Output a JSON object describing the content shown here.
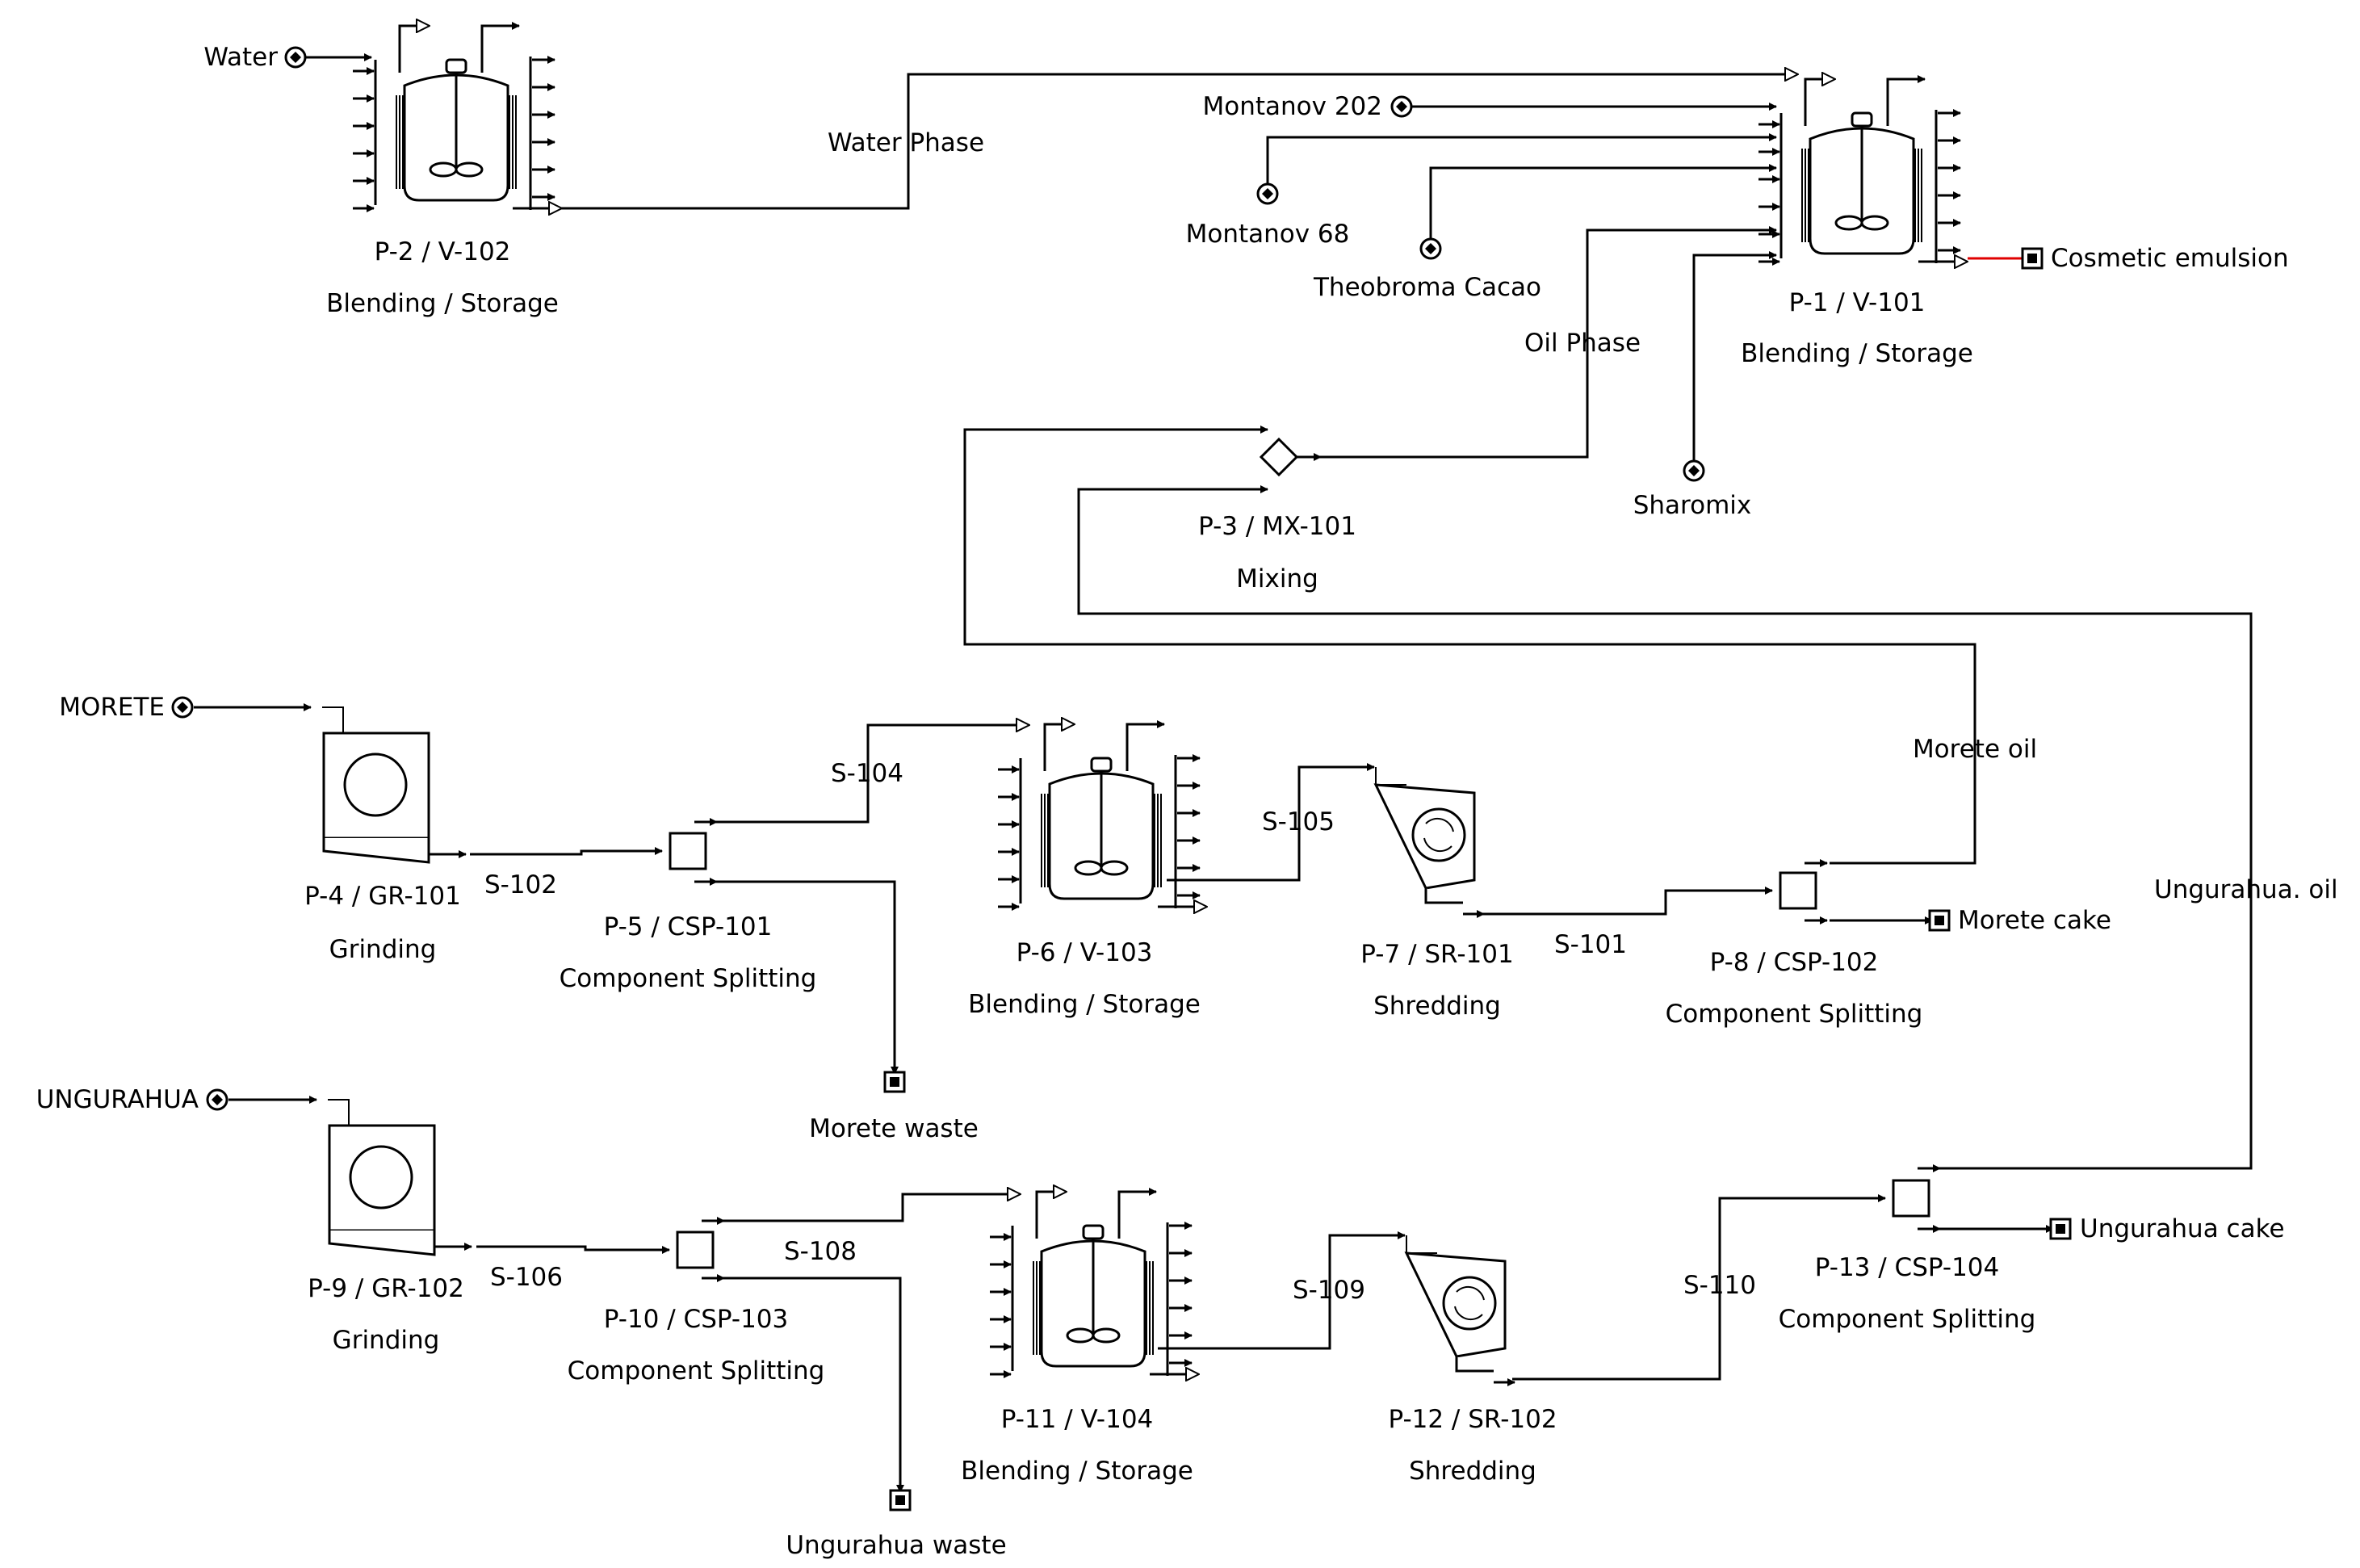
{
  "units": [
    {
      "id": "p1",
      "tag": "P-1 / V-101",
      "op": "Blending / Storage"
    },
    {
      "id": "p2",
      "tag": "P-2 / V-102",
      "op": "Blending / Storage"
    },
    {
      "id": "p3",
      "tag": "P-3 / MX-101",
      "op": "Mixing"
    },
    {
      "id": "p4",
      "tag": "P-4 / GR-101",
      "op": "Grinding"
    },
    {
      "id": "p5",
      "tag": "P-5 / CSP-101",
      "op": "Component Splitting"
    },
    {
      "id": "p6",
      "tag": "P-6 / V-103",
      "op": "Blending / Storage"
    },
    {
      "id": "p7",
      "tag": "P-7 / SR-101",
      "op": "Shredding"
    },
    {
      "id": "p8",
      "tag": "P-8 / CSP-102",
      "op": "Component Splitting"
    },
    {
      "id": "p9",
      "tag": "P-9 / GR-102",
      "op": "Grinding"
    },
    {
      "id": "p10",
      "tag": "P-10 / CSP-103",
      "op": "Component Splitting"
    },
    {
      "id": "p11",
      "tag": "P-11 / V-104",
      "op": "Blending / Storage"
    },
    {
      "id": "p12",
      "tag": "P-12 / SR-102",
      "op": "Shredding"
    },
    {
      "id": "p13",
      "tag": "P-13 / CSP-104",
      "op": "Component Splitting"
    }
  ],
  "streams": {
    "water": "Water",
    "water_phase": "Water Phase",
    "montanov202": "Montanov 202",
    "montanov68": "Montanov 68",
    "theobroma": "Theobroma Cacao",
    "oil_phase": "Oil Phase",
    "cosmetic": "Cosmetic emulsion",
    "sharomix": "Sharomix",
    "morete": "MORETE",
    "s102": "S-102",
    "s104": "S-104",
    "morete_waste": "Morete waste",
    "s105": "S-105",
    "s101": "S-101",
    "morete_oil": "Morete oil",
    "morete_cake": "Morete cake",
    "ungurahua_oil": "Ungurahua. oil",
    "ungurahua": "UNGURAHUA",
    "s106": "S-106",
    "s108": "S-108",
    "ungurahua_waste": "Ungurahua waste",
    "s109": "S-109",
    "s110": "S-110",
    "ungurahua_cake": "Ungurahua cake"
  },
  "colors": {
    "product_stream": "#e00000",
    "line": "#000000"
  }
}
